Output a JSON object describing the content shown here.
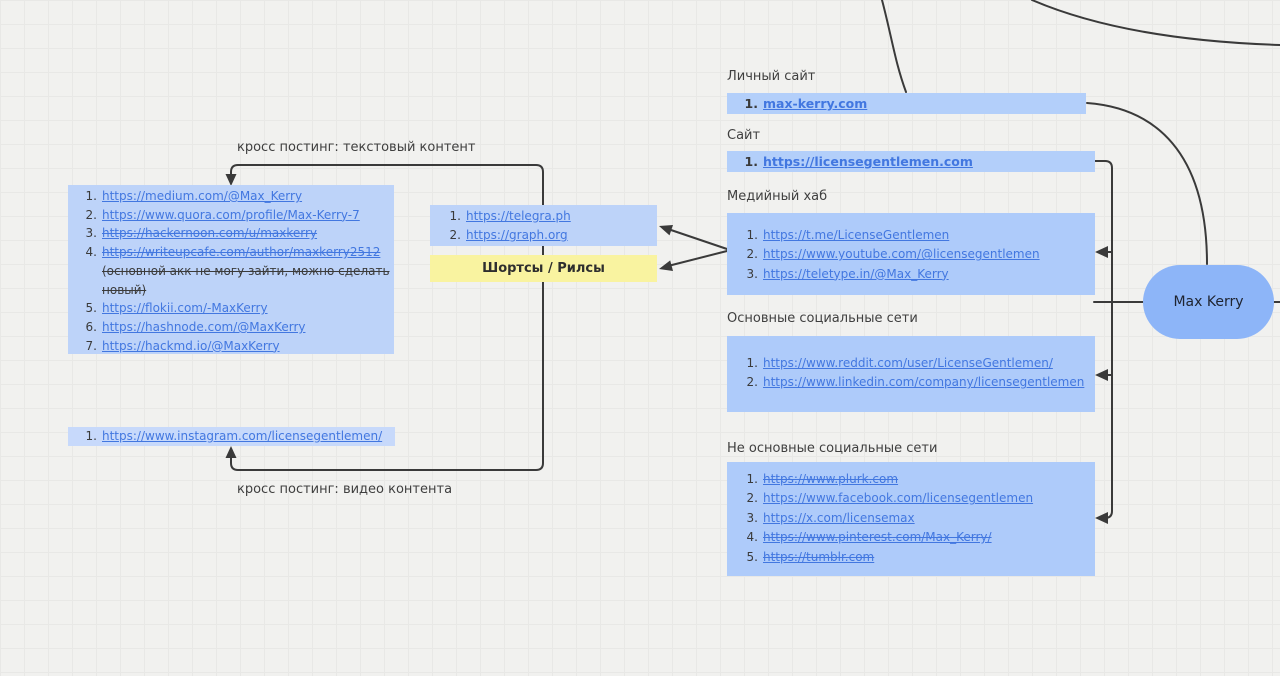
{
  "canvas": {
    "background": "#f1f1ef",
    "grid_color": "#e8e8e6",
    "edge_color": "#3a3a3a"
  },
  "colors": {
    "box_blue_left": "#bdd3f9",
    "box_blue_right": "#aecbfa",
    "box_strip": "#b3cffa",
    "box_instagram": "#c7d9fb",
    "box_yellow": "#f9f3a0",
    "node_fill": "#8db5f8",
    "link": "#4277e0",
    "text": "#3b3b3b"
  },
  "labels": {
    "cross_text": "кросс постинг: текстовый контент",
    "cross_video": "кросс постинг: видео контента",
    "personal_site": "Личный сайт",
    "site": "Сайт",
    "media_hub": "Медийный хаб",
    "main_social": "Основные социальные сети",
    "other_social": "Не основные социальные сети"
  },
  "node": {
    "label": "Max Kerry"
  },
  "lists": {
    "text_platforms": {
      "items": [
        {
          "num": "1.",
          "text": "https://medium.com/@Max_Kerry",
          "struck": false
        },
        {
          "num": "2.",
          "text": "https://www.quora.com/profile/Max-Kerry-7",
          "struck": false
        },
        {
          "num": "3.",
          "text": "https://hackernoon.com/u/maxkerry",
          "struck": true
        },
        {
          "num": "4.",
          "text": "https://writeupcafe.com/author/maxkerry2512",
          "struck": true,
          "note": " (основной акк не могу зайти, можно сделать новый)"
        },
        {
          "num": "5.",
          "text": "https://flokii.com/-MaxKerry",
          "struck": false
        },
        {
          "num": "6.",
          "text": "https://hashnode.com/@MaxKerry",
          "struck": false
        },
        {
          "num": "7.",
          "text": "https://hackmd.io/@MaxKerry",
          "struck": false
        }
      ]
    },
    "telegraph": {
      "items": [
        {
          "num": "1.",
          "text": "https://telegra.ph",
          "struck": false
        },
        {
          "num": "2.",
          "text": "https://graph.org",
          "struck": false
        }
      ]
    },
    "shorts": {
      "label": "Шортсы / Рилсы"
    },
    "instagram": {
      "items": [
        {
          "num": "1.",
          "text": "https://www.instagram.com/licensegentlemen/",
          "struck": false
        }
      ]
    },
    "personal_site": {
      "items": [
        {
          "num": "1.",
          "text": "max-kerry.com",
          "struck": false
        }
      ]
    },
    "site": {
      "items": [
        {
          "num": "1.",
          "text": "https://licensegentlemen.com",
          "struck": false
        }
      ]
    },
    "media_hub": {
      "items": [
        {
          "num": "1.",
          "text": "https://t.me/LicenseGentlemen",
          "struck": false
        },
        {
          "num": "2.",
          "text": "https://www.youtube.com/@licensegentlemen",
          "struck": false
        },
        {
          "num": "3.",
          "text": "https://teletype.in/@Max_Kerry",
          "struck": false
        }
      ]
    },
    "main_social": {
      "items": [
        {
          "num": "1.",
          "text": "https://www.reddit.com/user/LicenseGentlemen/",
          "struck": false
        },
        {
          "num": "2.",
          "text": "https://www.linkedin.com/company/licensegentlemen",
          "struck": false
        }
      ]
    },
    "other_social": {
      "items": [
        {
          "num": "1.",
          "text": "https://www.plurk.com",
          "struck": true
        },
        {
          "num": "2.",
          "text": "https://www.facebook.com/licensegentlemen",
          "struck": false
        },
        {
          "num": "3.",
          "text": "https://x.com/licensemax",
          "struck": false
        },
        {
          "num": "4.",
          "text": "https://www.pinterest.com/Max_Kerry/",
          "struck": true
        },
        {
          "num": "5.",
          "text": "https://tumblr.com",
          "struck": true
        }
      ]
    }
  }
}
